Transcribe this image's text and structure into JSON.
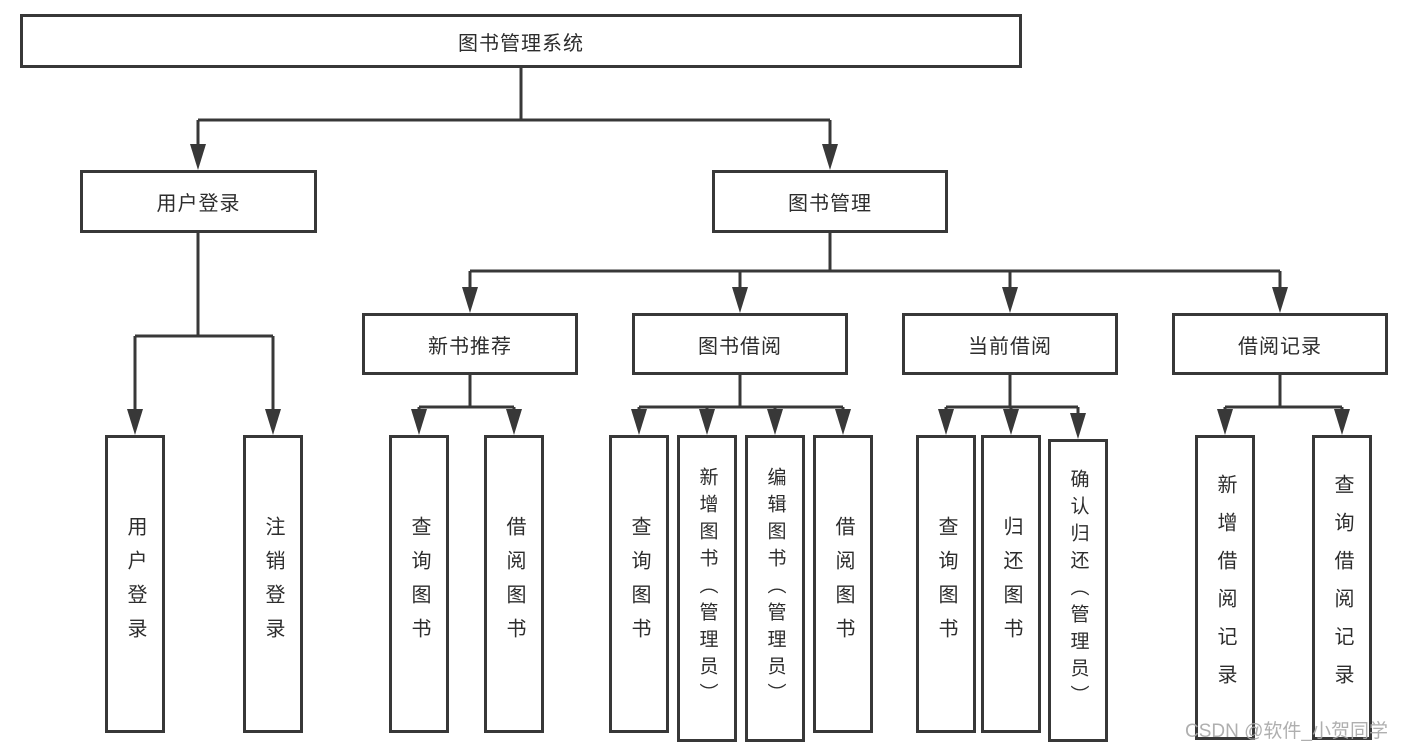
{
  "title": {
    "label": "图书管理系统"
  },
  "level2": {
    "user_login": {
      "label": "用户登录"
    },
    "book_mgmt": {
      "label": "图书管理"
    }
  },
  "level3": {
    "new_books": {
      "label": "新书推荐"
    },
    "borrow": {
      "label": "图书借阅"
    },
    "current": {
      "label": "当前借阅"
    },
    "records": {
      "label": "借阅记录"
    }
  },
  "leaves": {
    "user_login_children": [
      {
        "label": "用户登录"
      },
      {
        "label": "注销登录"
      }
    ],
    "new_books_children": [
      {
        "label": "查询图书"
      },
      {
        "label": "借阅图书"
      }
    ],
    "borrow_children": [
      {
        "label": "查询图书"
      },
      {
        "label": "新增图书（管理员）"
      },
      {
        "label": "编辑图书（管理员）"
      },
      {
        "label": "借阅图书"
      }
    ],
    "current_children": [
      {
        "label": "查询图书"
      },
      {
        "label": "归还图书"
      },
      {
        "label": "确认归还（管理员）"
      }
    ],
    "records_children": [
      {
        "label": "新增借阅记录"
      },
      {
        "label": "查询借阅记录"
      }
    ]
  },
  "watermark": {
    "text": "CSDN @软件_小贺同学"
  },
  "colors": {
    "line": "#383838",
    "text": "#2d2d2d",
    "watermark": "#a7a7a7",
    "background": "#ffffff"
  }
}
